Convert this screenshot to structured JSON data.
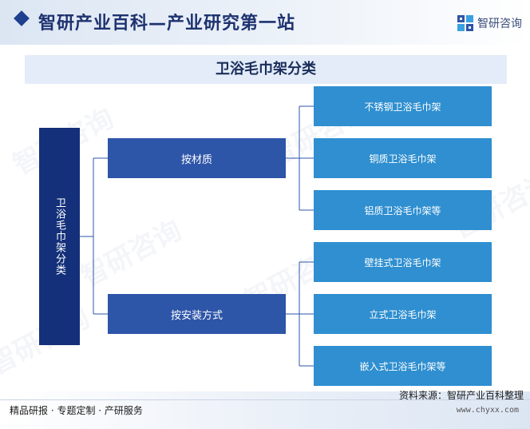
{
  "header": {
    "title": "智研产业百科—产业研究第一站",
    "logo_text": "智研咨询",
    "logo_icon": "zhiyan-logo-icon"
  },
  "diagram": {
    "title": "卫浴毛巾架分类",
    "root": "卫浴毛巾架分类",
    "branches": [
      {
        "label": "按材质",
        "items": [
          "不锈钢卫浴毛巾架",
          "铜质卫浴毛巾架",
          "铝质卫浴毛巾架等"
        ]
      },
      {
        "label": "按安装方式",
        "items": [
          "壁挂式卫浴毛巾架",
          "立式卫浴毛巾架",
          "嵌入式卫浴毛巾架等"
        ]
      }
    ]
  },
  "watermark": "智研咨询",
  "footer": {
    "source": "资料来源：智研产业百科整理",
    "slogan": "精品研报 · 专题定制 · 产研服务",
    "url": "www.chyxx.com"
  },
  "colors": {
    "root": "#14307a",
    "branch": "#2d55a8",
    "leaf": "#2f8fd0",
    "line": "#2d55a8"
  }
}
